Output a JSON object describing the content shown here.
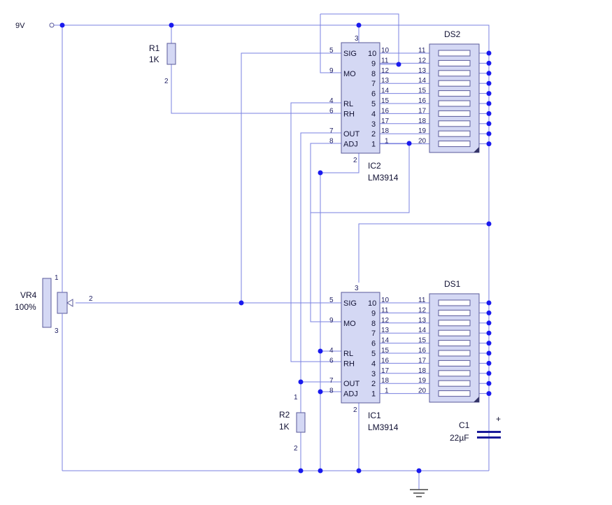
{
  "supply": {
    "label": "9V"
  },
  "resistors": [
    {
      "ref": "R1",
      "value": "1K",
      "pin_top": "",
      "pin_bottom": "2"
    },
    {
      "ref": "R2",
      "value": "1K",
      "pin_top": "1",
      "pin_bottom": "2"
    }
  ],
  "pot": {
    "ref": "VR4",
    "value": "100%",
    "pin1": "1",
    "pin2": "2",
    "pin3": "3"
  },
  "capacitor": {
    "ref": "C1",
    "value": "22µF",
    "polarity": "+"
  },
  "ics": [
    {
      "ref": "IC2",
      "part": "LM3914",
      "top_pin": "3",
      "bottom_pin": "2",
      "left_pins": [
        {
          "num": "5",
          "name": "SIG"
        },
        {
          "num": "9",
          "name": "MO"
        },
        {
          "num": "4",
          "name": "RL"
        },
        {
          "num": "6",
          "name": "RH"
        },
        {
          "num": "7",
          "name": "OUT"
        },
        {
          "num": "8",
          "name": "ADJ"
        }
      ],
      "right_inside": [
        "10",
        "9",
        "8",
        "7",
        "6",
        "5",
        "4",
        "3",
        "2",
        "1"
      ],
      "right_outside": [
        "10",
        "11",
        "12",
        "13",
        "14",
        "15",
        "16",
        "17",
        "18",
        "1"
      ]
    },
    {
      "ref": "IC1",
      "part": "LM3914",
      "top_pin": "3",
      "bottom_pin": "2",
      "left_pins": [
        {
          "num": "5",
          "name": "SIG"
        },
        {
          "num": "9",
          "name": "MO"
        },
        {
          "num": "4",
          "name": "RL"
        },
        {
          "num": "6",
          "name": "RH"
        },
        {
          "num": "7",
          "name": "OUT"
        },
        {
          "num": "8",
          "name": "ADJ"
        }
      ],
      "right_inside": [
        "10",
        "9",
        "8",
        "7",
        "6",
        "5",
        "4",
        "3",
        "2",
        "1"
      ],
      "right_outside": [
        "10",
        "11",
        "12",
        "13",
        "14",
        "15",
        "16",
        "17",
        "18",
        "1"
      ]
    }
  ],
  "displays": [
    {
      "ref": "DS2",
      "pins": [
        "11",
        "12",
        "13",
        "14",
        "15",
        "16",
        "17",
        "18",
        "19",
        "20"
      ]
    },
    {
      "ref": "DS1",
      "pins": [
        "11",
        "12",
        "13",
        "14",
        "15",
        "16",
        "17",
        "18",
        "19",
        "20"
      ]
    }
  ],
  "colors": {
    "wire": "#7a80e0",
    "junction": "#1a1aee",
    "component_fill": "#d4d8f4",
    "component_stroke": "#5a5a9a",
    "ground": "#444444"
  }
}
